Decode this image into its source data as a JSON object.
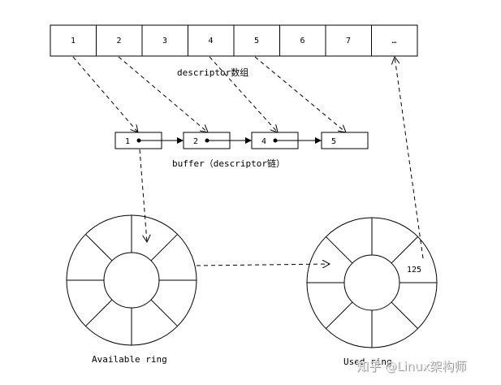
{
  "descriptor_array": {
    "cells": [
      "1",
      "2",
      "3",
      "4",
      "5",
      "6",
      "7",
      "…"
    ],
    "label": "descriptor数组"
  },
  "buffer_chain": {
    "nodes": [
      "1",
      "2",
      "4",
      "5"
    ],
    "label": "buffer（descriptor链）"
  },
  "available_ring": {
    "label": "Available ring"
  },
  "used_ring": {
    "label": "Used ring",
    "slot_value": "125"
  },
  "watermark": {
    "text": "知乎 @Linux架构师"
  }
}
